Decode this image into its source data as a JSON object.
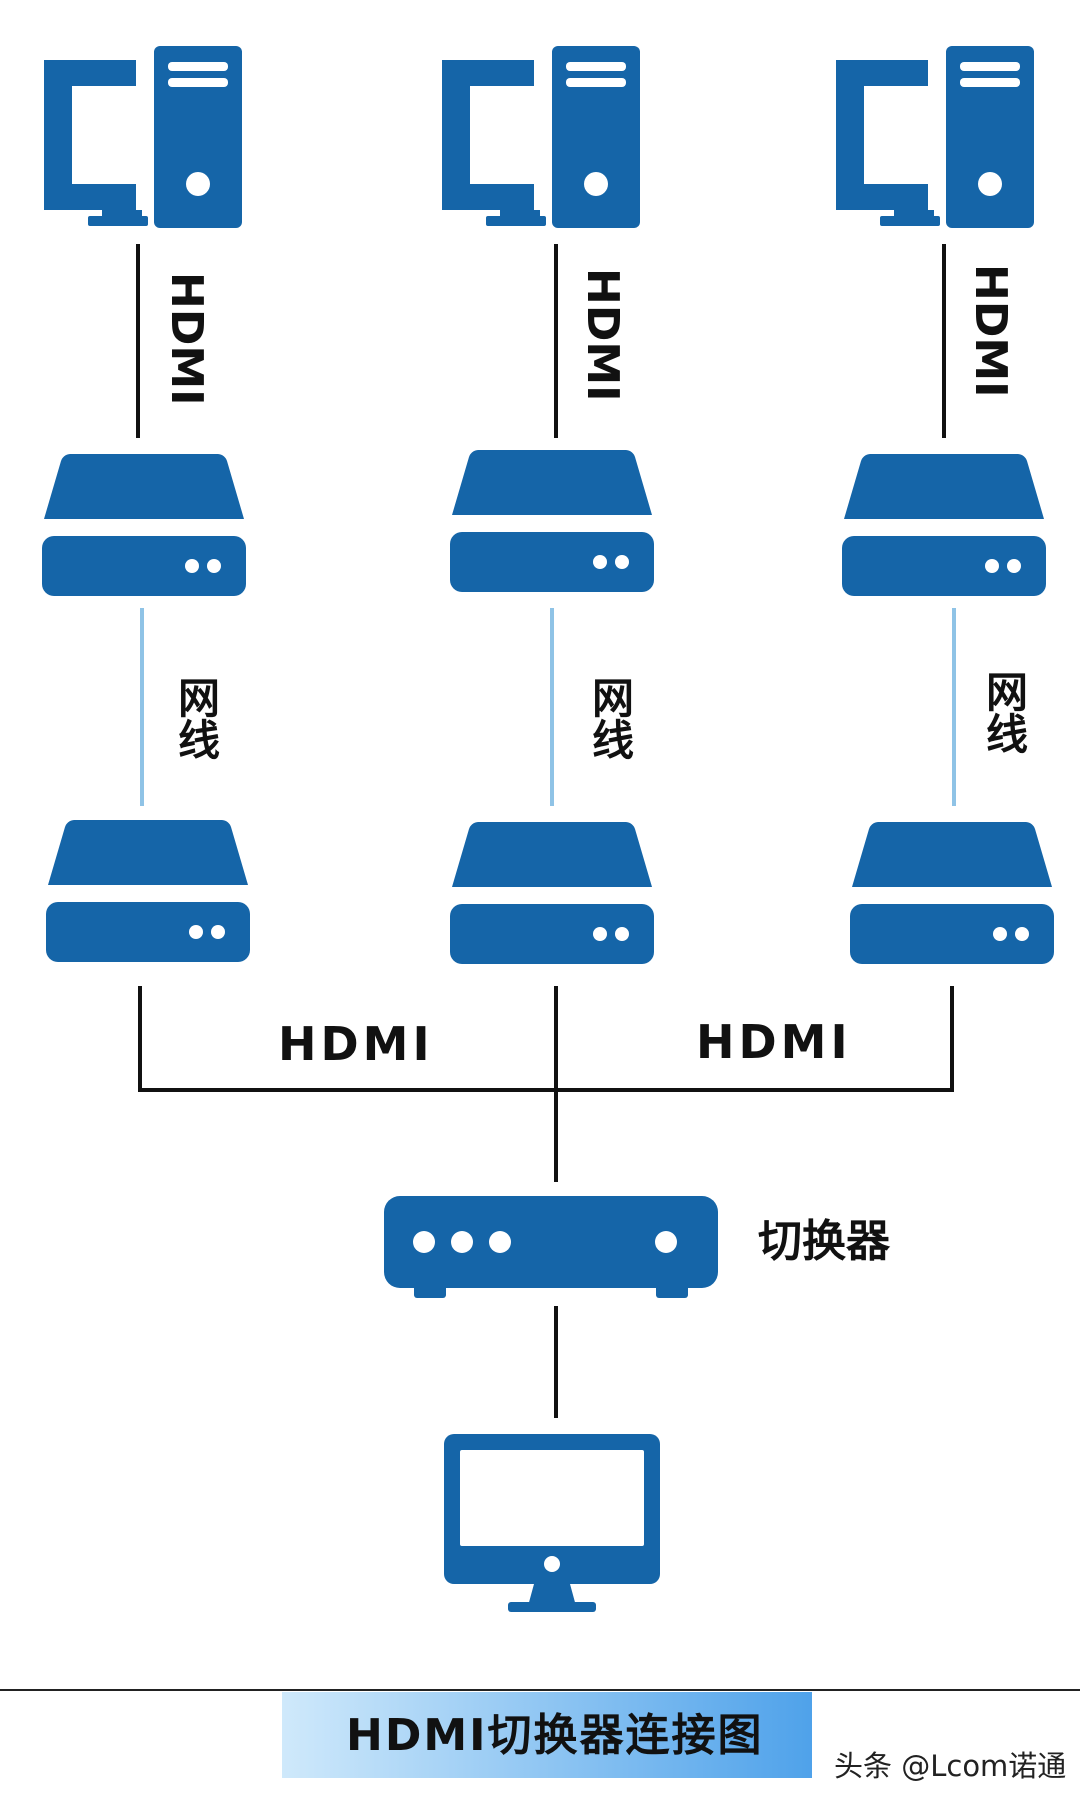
{
  "colors": {
    "icon": "#1565a8",
    "line": "#111111",
    "network_line": "#8fc3e6",
    "title_bg_start": "#cfe9fb",
    "title_bg_end": "#4fa2ea"
  },
  "labels": {
    "hdmi_vertical": [
      "HDMI",
      "HDMI",
      "HDMI"
    ],
    "network_cable": [
      "网线",
      "网线",
      "网线"
    ],
    "hdmi_left": "HDMI",
    "hdmi_right": "HDMI",
    "switcher": "切换器"
  },
  "title": "HDMI切换器连接图",
  "watermark": "头条 @Lcom诺通",
  "icons": {
    "computers": [
      "computer-icon",
      "computer-icon",
      "computer-icon"
    ],
    "transmitters": [
      "extender-transmitter-icon",
      "extender-transmitter-icon",
      "extender-transmitter-icon"
    ],
    "receivers": [
      "extender-receiver-icon",
      "extender-receiver-icon",
      "extender-receiver-icon"
    ],
    "switcher": "switcher-icon",
    "display": "monitor-icon"
  }
}
